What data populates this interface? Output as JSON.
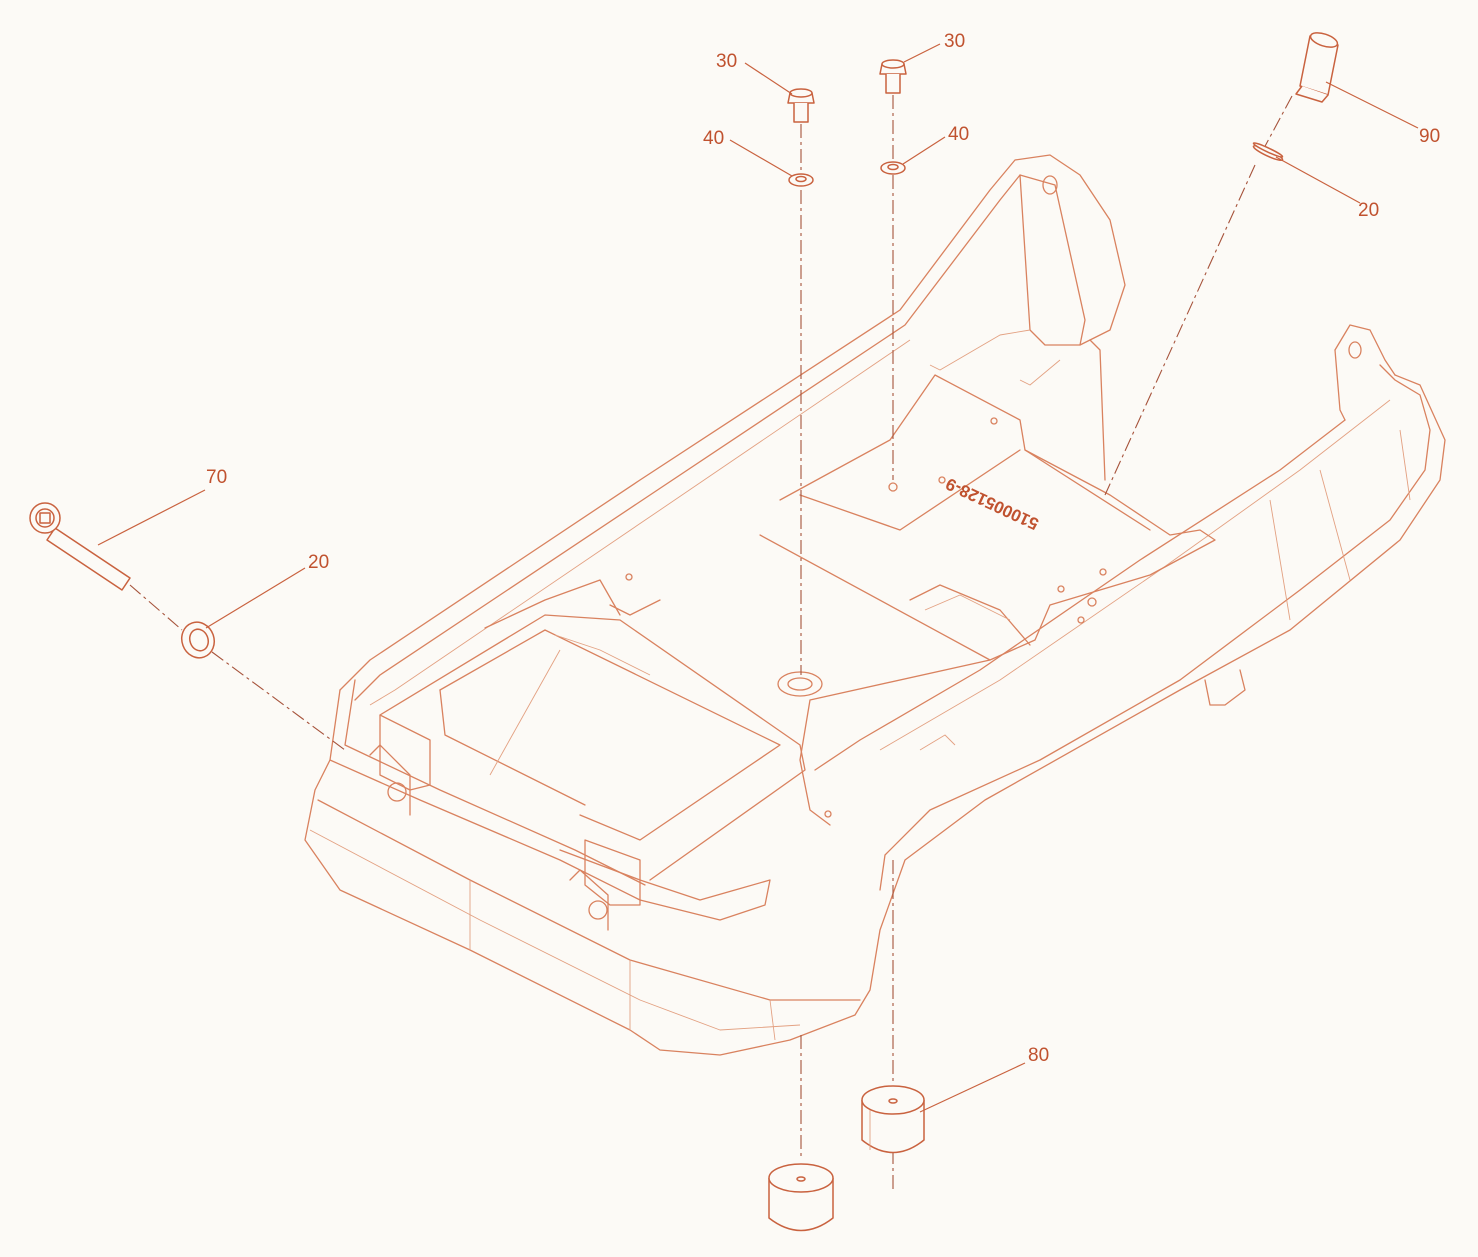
{
  "callouts": {
    "c30_left": "30",
    "c30_right": "30",
    "c40_left": "40",
    "c40_right": "40",
    "c90": "90",
    "c20_top": "20",
    "c70": "70",
    "c20_left": "20",
    "c80": "80"
  },
  "part_stamp": "510005128-9",
  "colors": {
    "line": "#d9825f",
    "callout": "#c0522f",
    "background": "#fcfaf6"
  }
}
